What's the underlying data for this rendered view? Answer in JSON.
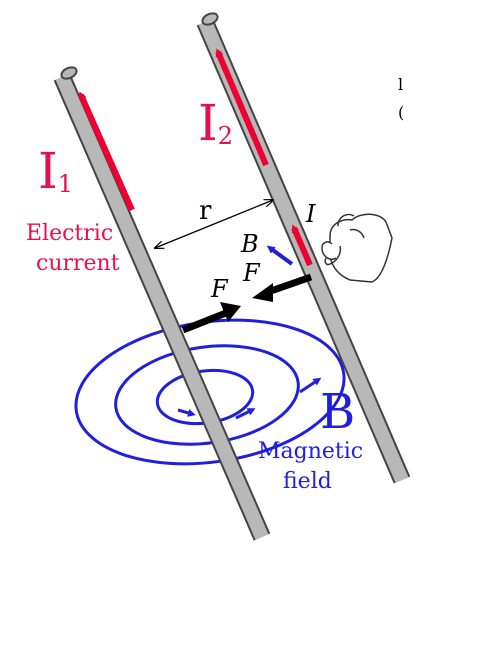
{
  "labels": {
    "i1_letter": "I",
    "i1_sub": "1",
    "i2_letter": "I",
    "i2_sub": "2",
    "electric": "Electric",
    "current": "current",
    "r": "r",
    "i_small": "I",
    "b_small": "B",
    "f_left": "F",
    "f_right": "F",
    "b_big": "B",
    "magnetic": "Magnetic",
    "field": "field",
    "clipped_1": "l",
    "clipped_2": "("
  },
  "colors": {
    "wire": "#b8b8b8",
    "wire_edge": "#444444",
    "current_arrow": "#ee0033",
    "label_red": "#e8104a",
    "field_blue": "#1f1fe0",
    "force_black": "#000000",
    "dimension": "#000000",
    "hand_outline": "#333333",
    "hand_fill": "#ffffff"
  },
  "icons": {
    "hand": "right-hand-rule-hand-icon"
  }
}
